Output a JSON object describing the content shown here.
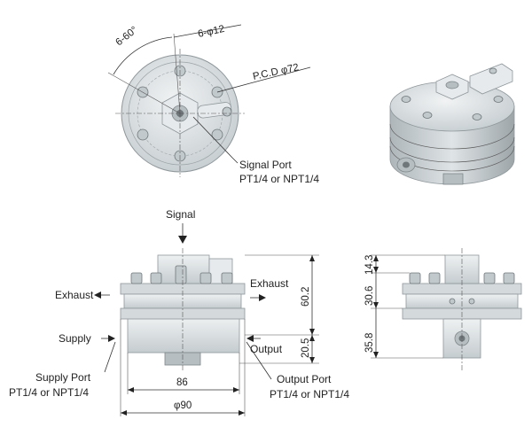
{
  "top_view": {
    "angle_label": "6-60°",
    "hole_label": "6-φ12",
    "pcd_label": "P.C.D φ72",
    "signal_port_title": "Signal Port",
    "signal_port_spec": "PT1/4 or NPT1/4"
  },
  "front_view": {
    "signal_label": "Signal",
    "exhaust_left": "Exhaust",
    "exhaust_right": "Exhaust",
    "supply_label": "Supply",
    "output_label": "Output",
    "supply_port_title": "Supply Port",
    "supply_port_spec": "PT1/4 or NPT1/4",
    "output_port_title": "Output Port",
    "output_port_spec": "PT1/4 or NPT1/4",
    "dim_inner_width": "86",
    "dim_outer_width": "φ90",
    "dim_height": "60.2",
    "dim_lower": "20.5"
  },
  "side_view": {
    "dim_top": "14.3",
    "dim_middle": "30.6",
    "dim_bottom": "35.8"
  }
}
